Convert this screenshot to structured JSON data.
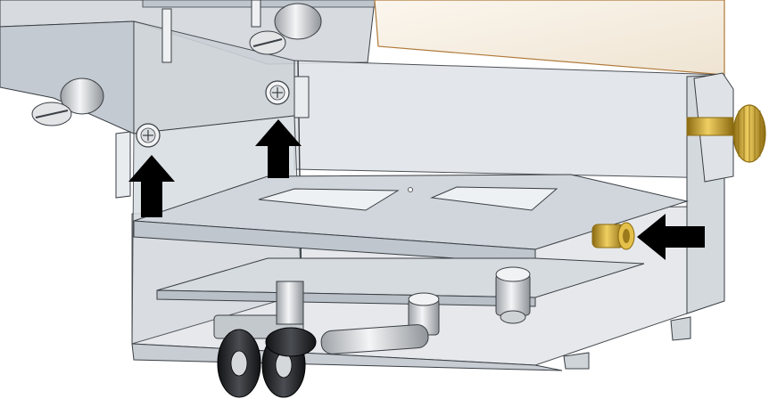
{
  "diagram": {
    "kind": "cad-assembly-illustration",
    "background_color": "#ffffff",
    "enclosure_color": "#dfe3e8",
    "panel_color": "#c9d0d6",
    "outline_color": "#3a3f44",
    "panel_inner_color": "#b8c0c8",
    "cover_color": "#f4ece0",
    "brass_color": "#d2a935",
    "brass_dark": "#8a6a10",
    "rubber_color": "#222428",
    "metal_light": "#f1f2f3",
    "metal_mid": "#b6babe",
    "arrow_color": "#000000",
    "arrows": [
      {
        "name": "arrow-up-left",
        "direction": "up",
        "points_to": "left-panel-screw"
      },
      {
        "name": "arrow-up-right",
        "direction": "up",
        "points_to": "upper-panel-screw"
      },
      {
        "name": "arrow-left",
        "direction": "left",
        "points_to": "brass-insert"
      }
    ]
  }
}
